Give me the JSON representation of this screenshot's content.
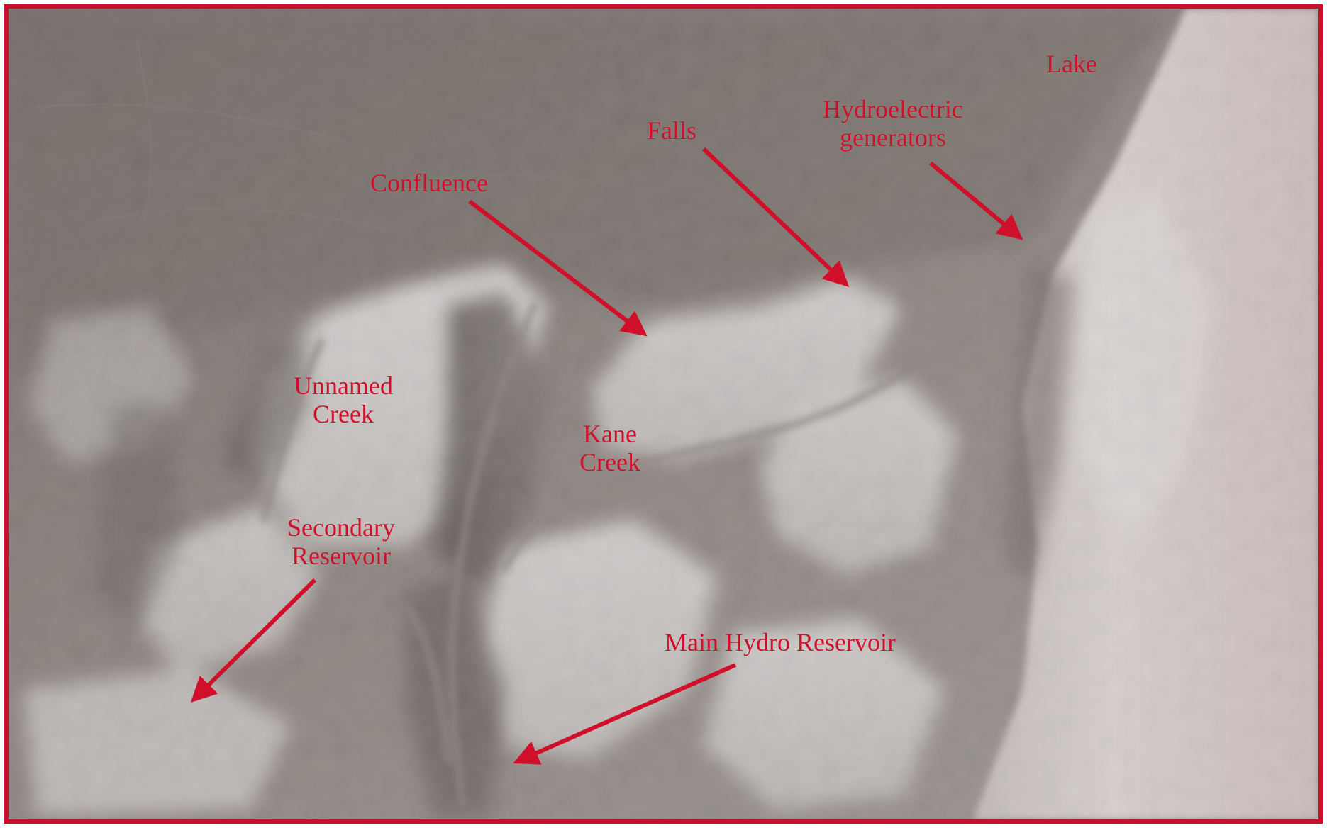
{
  "map": {
    "border_color": "#c8102e",
    "label_color": "#d0102a",
    "arrow_color": "#d0102a"
  },
  "labels": {
    "lake": [
      "Lake"
    ],
    "hydroelectric_generators": [
      "Hydroelectric",
      "generators"
    ],
    "falls": [
      "Falls"
    ],
    "confluence": [
      "Confluence"
    ],
    "unnamed_creek": [
      "Unnamed",
      "Creek"
    ],
    "kane_creek": [
      "Kane",
      "Creek"
    ],
    "secondary_reservoir": [
      "Secondary",
      "Reservoir"
    ],
    "main_hydro_reservoir": [
      "Main Hydro Reservoir"
    ]
  }
}
